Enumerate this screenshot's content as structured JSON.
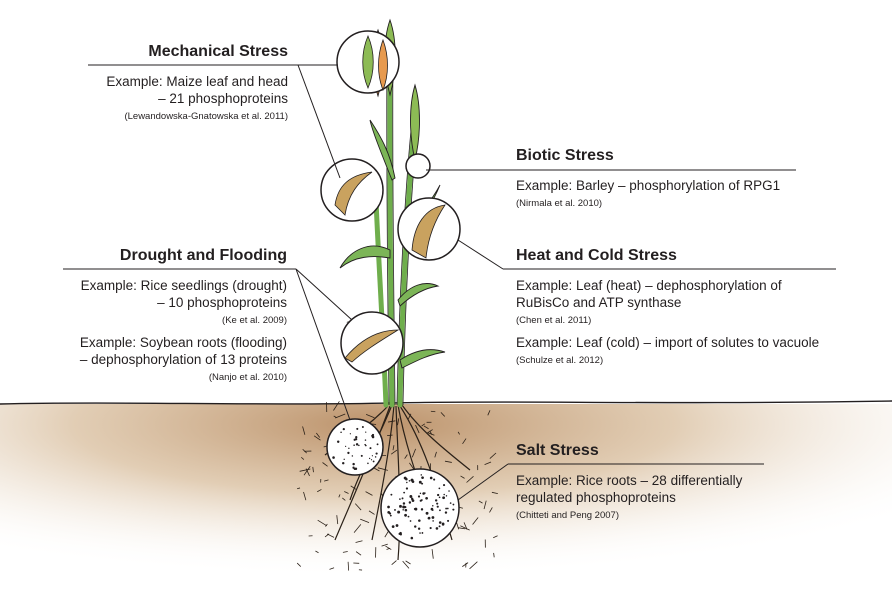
{
  "panels": {
    "mechanical": {
      "title": "Mechanical Stress",
      "ex1a": "Example: Maize leaf and head",
      "ex1b": "– 21 phosphoproteins",
      "cite1": "(Lewandowska-Gnatowska et al. 2011)"
    },
    "biotic": {
      "title": "Biotic Stress",
      "ex1a": "Example: Barley – phosphorylation of RPG1",
      "cite1": "(Nirmala et al. 2010)"
    },
    "drought": {
      "title": "Drought and Flooding",
      "ex1a": "Example: Rice seedlings (drought)",
      "ex1b": "– 10 phosphoproteins",
      "cite1": "(Ke et al. 2009)",
      "ex2a": "Example: Soybean roots (flooding)",
      "ex2b": "– dephosphorylation of 13 proteins",
      "cite2": "(Nanjo et al. 2010)"
    },
    "heatcold": {
      "title": "Heat and Cold Stress",
      "ex1a": "Example: Leaf (heat) – dephosphorylation of",
      "ex1b": "RuBisCo and ATP synthase",
      "cite1": "(Chen et al. 2011)",
      "ex2a": "Example: Leaf (cold) – import of solutes to vacuole",
      "cite2": "(Schulze et al. 2012)"
    },
    "salt": {
      "title": "Salt Stress",
      "ex1a": "Example: Rice roots – 28 differentially",
      "ex1b": "regulated phosphoproteins",
      "cite1": "(Chitteti and Peng 2007)"
    }
  },
  "colors": {
    "stem": "#6fae4c",
    "leaf": "#7cb557",
    "spike_green": "#8dbb55",
    "spike_orange": "#e79a4f",
    "dry_leaf": "#c9a25f",
    "soil": "#c9a57f",
    "ink": "#231f20"
  }
}
